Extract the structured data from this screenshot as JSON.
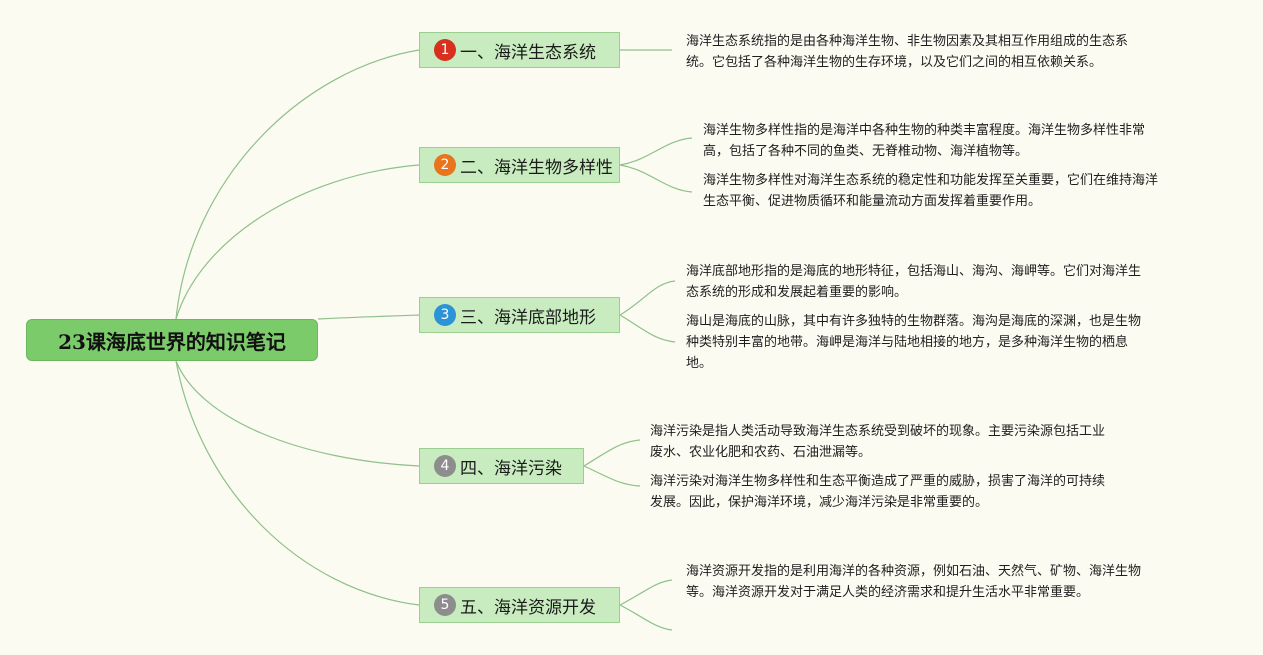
{
  "root": {
    "label": "23课海底世界的知识笔记"
  },
  "topics": [
    {
      "number": "1",
      "number_color": "#d8301e",
      "label": "一、海洋生态系统",
      "notes": [
        "海洋生态系统指的是由各种海洋生物、非生物因素及其相互作用组成的生态系\n统。它包括了各种海洋生物的生存环境，以及它们之间的相互依赖关系。"
      ]
    },
    {
      "number": "2",
      "number_color": "#e8741e",
      "label": "二、海洋生物多样性",
      "notes": [
        "海洋生物多样性指的是海洋中各种生物的种类丰富程度。海洋生物多样性非常\n高，包括了各种不同的鱼类、无脊椎动物、海洋植物等。",
        "海洋生物多样性对海洋生态系统的稳定性和功能发挥至关重要，它们在维持海洋\n生态平衡、促进物质循环和能量流动方面发挥着重要作用。"
      ]
    },
    {
      "number": "3",
      "number_color": "#2b93d6",
      "label": "三、海洋底部地形",
      "notes": [
        "海洋底部地形指的是海底的地形特征，包括海山、海沟、海岬等。它们对海洋生\n态系统的形成和发展起着重要的影响。",
        "海山是海底的山脉，其中有许多独特的生物群落。海沟是海底的深渊，也是生物\n种类特别丰富的地带。海岬是海洋与陆地相接的地方，是多种海洋生物的栖息\n地。"
      ]
    },
    {
      "number": "4",
      "number_color": "#8d8d8d",
      "label": "四、海洋污染",
      "notes": [
        "海洋污染是指人类活动导致海洋生态系统受到破坏的现象。主要污染源包括工业\n废水、农业化肥和农药、石油泄漏等。",
        "海洋污染对海洋生物多样性和生态平衡造成了严重的威胁，损害了海洋的可持续\n发展。因此，保护海洋环境，减少海洋污染是非常重要的。"
      ]
    },
    {
      "number": "5",
      "number_color": "#8d8d8d",
      "label": "五、海洋资源开发",
      "notes": [
        "海洋资源开发指的是利用海洋的各种资源，例如石油、天然气、矿物、海洋生物\n等。海洋资源开发对于满足人类的经济需求和提升生活水平非常重要。"
      ]
    }
  ]
}
